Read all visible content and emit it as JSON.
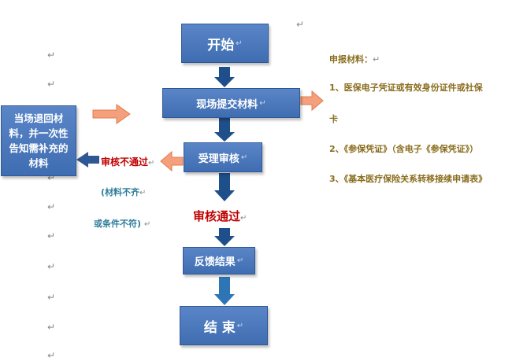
{
  "nodes": {
    "start": "开始",
    "submit": "现场提交材料",
    "review": "受理审核",
    "feedback": "反馈结果",
    "end": "结 束",
    "return": "当场退回材料，并一次性告知需补充的材料"
  },
  "labels": {
    "failed": "审核不通过",
    "failed_note_1": "(材料不齐",
    "failed_note_2": "或条件不符)",
    "passed": "审核通过"
  },
  "materials": {
    "title": "申报材料：",
    "items": [
      "1、医保电子凭证或有效身份证件或社保",
      "卡",
      "2、《参保凭证》（含电子《参保凭证》）",
      "3、《基本医疗保险关系转移接续申请表》"
    ]
  },
  "paragraph_mark": "↵",
  "colors": {
    "box": "#4a79bf",
    "arrow": "#1f4f8a",
    "orange": "#f4a07c",
    "red": "#c00000",
    "teal": "#2e7d9a",
    "gold": "#8a6d1e"
  }
}
